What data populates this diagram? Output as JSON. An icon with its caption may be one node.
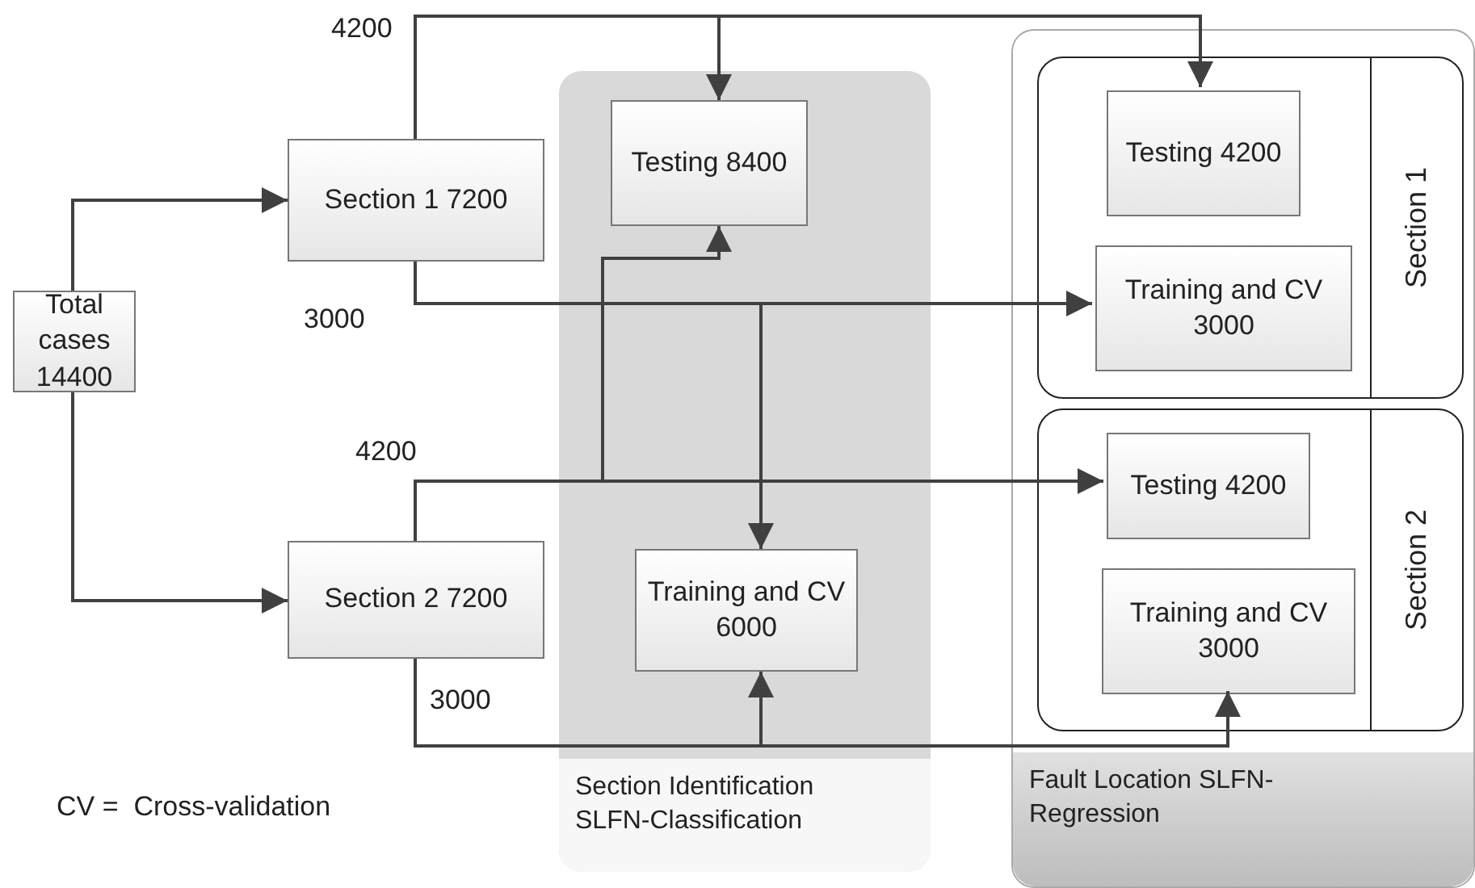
{
  "diagram": {
    "nodes": [
      {
        "text": [
          "Total cases 14400"
        ]
      },
      {
        "text": [
          "Section 1 7200"
        ]
      },
      {
        "text": [
          "Section 2 7200"
        ]
      },
      {
        "text": [
          "Section Identification SLFN-Classification"
        ]
      },
      {
        "text": [
          "Testing 8400"
        ],
        "in": 3
      },
      {
        "text": [
          "Training and CV 6000"
        ],
        "in": 3
      },
      {
        "text": [
          "Fault Location SLFN-Regression"
        ]
      },
      {
        "text": [
          "Section 1"
        ],
        "in": 6
      },
      {
        "text": [
          "Testing 4200"
        ],
        "in": 7
      },
      {
        "text": [
          "Training and CV 3000"
        ],
        "in": 7
      },
      {
        "text": [
          "Section 2"
        ],
        "in": 6
      },
      {
        "text": [
          "Testing 4200"
        ],
        "in": 10
      },
      {
        "text": [
          "Training and CV 3000"
        ],
        "in": 10
      }
    ],
    "edges": [
      {
        "from": 0,
        "to": 1,
        "arrow": "to"
      },
      {
        "from": 0,
        "to": 2,
        "arrow": "to"
      },
      {
        "from": 1,
        "to": 4,
        "arrow": "to",
        "label": "4200"
      },
      {
        "from": 1,
        "to": 8,
        "arrow": "to"
      },
      {
        "from": 1,
        "to": 9,
        "arrow": "to",
        "label": "3000"
      },
      {
        "from": 1,
        "to": 5,
        "arrow": "to"
      },
      {
        "from": 2,
        "to": 4,
        "arrow": "to",
        "label": "4200"
      },
      {
        "from": 2,
        "to": 11,
        "arrow": "to"
      },
      {
        "from": 2,
        "to": 5,
        "arrow": "to",
        "label": "3000"
      },
      {
        "from": 2,
        "to": 12,
        "arrow": "to"
      }
    ],
    "labels": [
      "CV =  Cross-validation"
    ]
  }
}
